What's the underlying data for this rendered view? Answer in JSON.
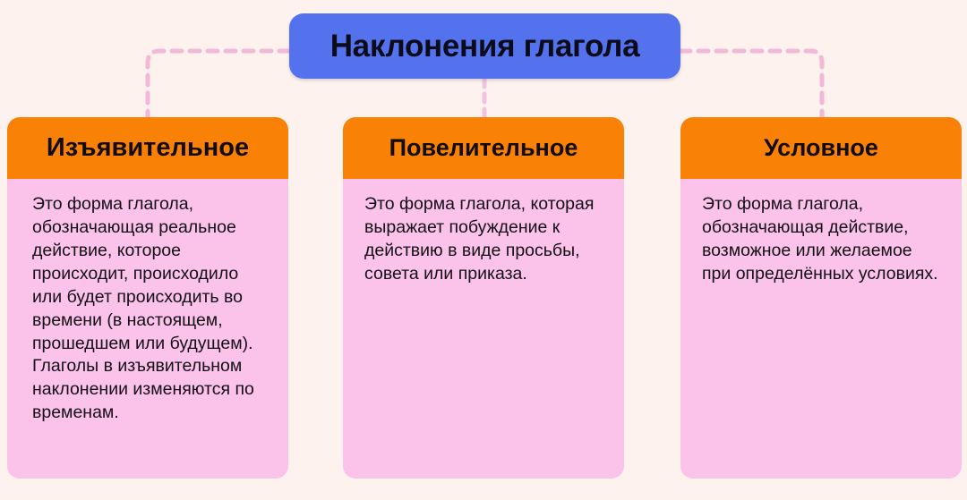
{
  "diagram": {
    "root": {
      "label": "Наклонения глагола",
      "bg_color": "#5472ee",
      "text_color": "#0b0b1a"
    },
    "connector": {
      "style": "dashed",
      "color": "#f3b8d8"
    },
    "palette": {
      "page_background": "#fdf2ee",
      "header_orange": "#f98206",
      "body_pink": "#fbc2ea",
      "root_blue": "#5472ee"
    },
    "branches": [
      {
        "header": "Изъявительное",
        "body": "Это форма глагола, обозначающая реальное действие, которое происходит, происходило или будет происходить во времени (в настоящем, прошедшем или будущем). Глаголы в изъявительном наклонении изменяются по временам."
      },
      {
        "header": "Повелительное",
        "body": "Это форма глагола, которая выражает побуждение к действию в виде просьбы, совета или приказа."
      },
      {
        "header": "Условное",
        "body": "Это форма глагола, обозначающая действие, возможное или желаемое при определённых условиях."
      }
    ]
  }
}
